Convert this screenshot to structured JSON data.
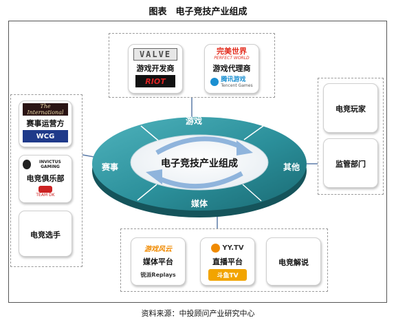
{
  "title": "图表　电子竞技产业组成",
  "source": "资料来源：中投顾问产业研究中心",
  "center_label": "电子竞技产业组成",
  "ring": {
    "top": "游戏",
    "left": "赛事",
    "right": "其他",
    "bottom": "媒体"
  },
  "games": {
    "developer_label": "游戏开发商",
    "developer_logo_top": "VALVE",
    "developer_logo_bottom": "RIOT",
    "agent_label": "游戏代理商",
    "agent_logo_top": "完美世界",
    "agent_logo_top_sub": "PERFECT WORLD",
    "agent_logo_bottom": "腾讯游戏",
    "agent_logo_bottom_sub": "Tencent Games"
  },
  "events": {
    "organizer_label": "赛事运营方",
    "organizer_logo_top": "The International",
    "organizer_logo_bottom": "WCG",
    "club_label": "电竞俱乐部",
    "club_logo_top": "INVICTUS GAMING",
    "club_logo_bottom": "TEAM DK",
    "player_label": "电竞选手"
  },
  "others": {
    "player_label": "电竞玩家",
    "regulator_label": "监管部门"
  },
  "media": {
    "platform_label": "媒体平台",
    "platform_logo_top": "游戏风云",
    "platform_logo_bottom": "锐派Replays",
    "stream_label": "直播平台",
    "stream_logo_top": "YY.TV",
    "stream_logo_bottom": "斗鱼TV",
    "commentary_label": "电竞解说"
  },
  "colors": {
    "ring_teal": "#2b8f9a",
    "ring_dark": "#1a6a73",
    "arrow_blue": "#8fb4dc",
    "valve_dark": "#4a4a4a",
    "perfect_red": "#e32b1c",
    "tencent_blue": "#1a8fd1",
    "yy_orange": "#f08a00"
  }
}
